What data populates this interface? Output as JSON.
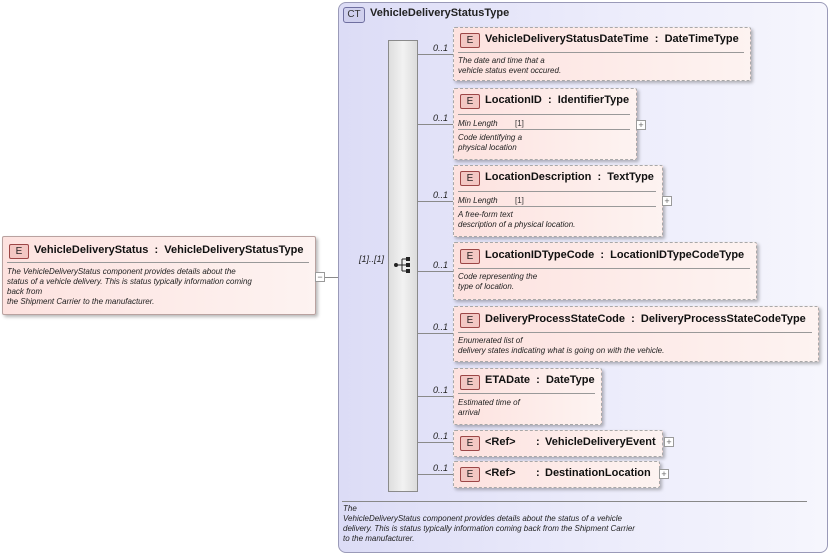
{
  "root": {
    "badge": "E",
    "name": "VehicleDeliveryStatus",
    "type": "VehicleDeliveryStatusType",
    "documentation": "The VehicleDeliveryStatus component provides details about the\nstatus of a vehicle delivery. This is status typically information coming\nback from\nthe Shipment Carrier to the manufacturer.",
    "collapse_glyph": "−"
  },
  "complex_type": {
    "badge": "CT",
    "name": "VehicleDeliveryStatusType",
    "documentation": "The\nVehicleDeliveryStatus component provides details about the status of a vehicle\ndelivery. This is status typically information coming back from the Shipment Carrier\nto the manufacturer."
  },
  "sequence": {
    "occurrence": "[1]..[1]"
  },
  "children": [
    {
      "badge": "E",
      "name": "VehicleDeliveryStatusDateTime",
      "separator": ":",
      "type": "DateTimeType",
      "occurrence": "0..1",
      "documentation": "The date and time that a\nvehicle status event occured."
    },
    {
      "badge": "E",
      "name": "LocationID",
      "separator": ":",
      "type": "IdentifierType",
      "occurrence": "0..1",
      "facet_label": "Min Length",
      "facet_value": "[1]",
      "documentation": "Code identifying a\nphysical location",
      "expand_glyph": "+"
    },
    {
      "badge": "E",
      "name": "LocationDescription",
      "separator": ":",
      "type": "TextType",
      "occurrence": "0..1",
      "facet_label": "Min Length",
      "facet_value": "[1]",
      "documentation": "A free-form text\ndescription of a physical location.",
      "expand_glyph": "+"
    },
    {
      "badge": "E",
      "name": "LocationIDTypeCode",
      "separator": ":",
      "type": "LocationIDTypeCodeType",
      "occurrence": "0..1",
      "documentation": "Code representing the\ntype of location."
    },
    {
      "badge": "E",
      "name": "DeliveryProcessStateCode",
      "separator": ":",
      "type": "DeliveryProcessStateCodeType",
      "occurrence": "0..1",
      "documentation": "Enumerated list of\ndelivery states indicating what is going on with the vehicle."
    },
    {
      "badge": "E",
      "name": "ETADate",
      "separator": ":",
      "type": "DateType",
      "occurrence": "0..1",
      "documentation": "Estimated time of\narrival"
    },
    {
      "badge": "E",
      "name": "<Ref>",
      "separator": ":",
      "type": "VehicleDeliveryEvent",
      "occurrence": "0..1",
      "expand_glyph": "+"
    },
    {
      "badge": "E",
      "name": "<Ref>",
      "separator": ":",
      "type": "DestinationLocation",
      "occurrence": "0..1",
      "expand_glyph": "+"
    }
  ]
}
